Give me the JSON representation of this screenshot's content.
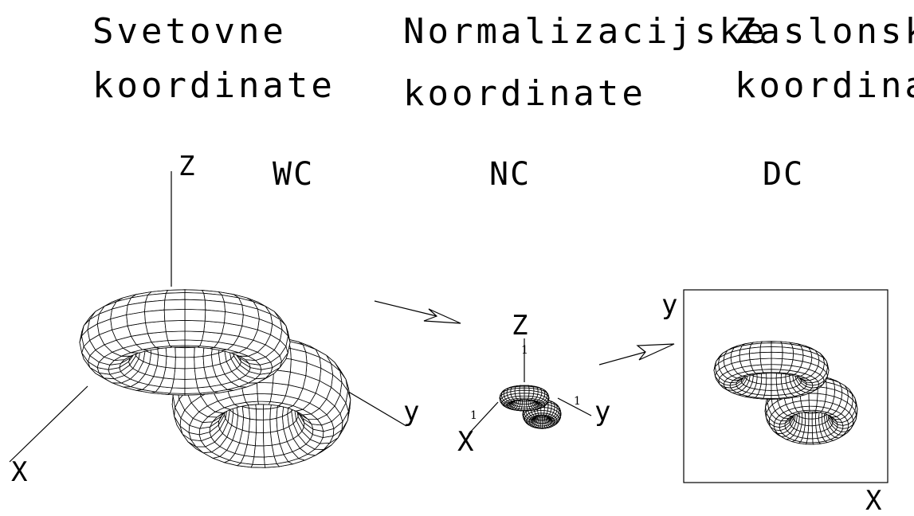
{
  "titles": {
    "world": [
      "Svetovne",
      "koordinate"
    ],
    "normalized": [
      "Normalizacijske",
      "koordinate"
    ],
    "device": [
      "Zaslonske",
      "koordinate"
    ]
  },
  "abbreviations": {
    "world": "WC",
    "normalized": "NC",
    "device": "DC"
  },
  "axes": {
    "world": {
      "z": "Z",
      "y": "y",
      "x": "X"
    },
    "normalized": {
      "z": "Z",
      "y": "y",
      "x": "X",
      "unit": "1"
    },
    "device": {
      "y": "y",
      "x": "X"
    }
  },
  "colors": {
    "ink": "#000000",
    "background": "#ffffff"
  }
}
